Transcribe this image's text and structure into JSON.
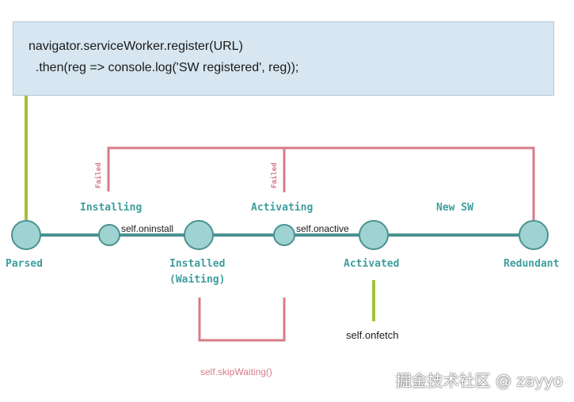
{
  "code": {
    "line1": "navigator.serviceWorker.register(URL)",
    "line2": "  .then(reg => console.log('SW registered', reg));"
  },
  "states": {
    "parsed": "Parsed",
    "installing": "Installing",
    "installed": "Installed",
    "waiting": "(Waiting)",
    "activating": "Activating",
    "activated": "Activated",
    "new_sw": "New SW",
    "redundant": "Redundant"
  },
  "events": {
    "oninstall": "self.oninstall",
    "onactive": "self.onactive",
    "onfetch": "self.onfetch",
    "skip_waiting": "self.skipWaiting()"
  },
  "failed": {
    "installing": "Failed",
    "activating": "Failed"
  },
  "watermark": "掘金技术社区 @ zayyo",
  "colors": {
    "teal": "#4a9290",
    "node_fill": "#9fd3d1",
    "pink": "#d67c88",
    "green": "#a3c13c",
    "code_bg": "#d7e6f1"
  }
}
